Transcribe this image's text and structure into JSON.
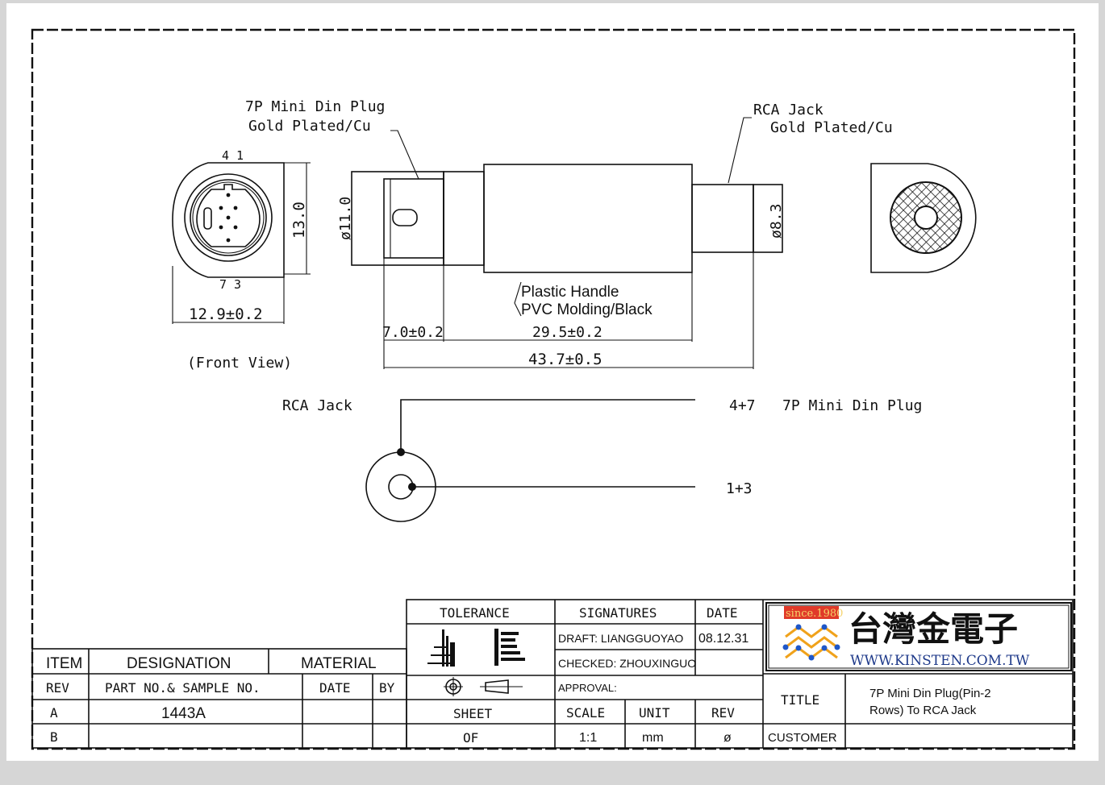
{
  "drawing": {
    "plug_label_line1": "7P Mini Din Plug",
    "plug_label_line2": "Gold Plated/Cu",
    "rca_label_line1": "RCA Jack",
    "rca_label_line2": "Gold Plated/Cu",
    "pin_top": "4 1",
    "pin_bottom": "7 3",
    "front_height_dim": "13.0",
    "front_width_dim": "12.9±0.2",
    "front_view_caption": "(Front View)",
    "plug_dia_dim": "ø11.0",
    "rca_dia_dim": "ø8.3",
    "handle_label_line1": "Plastic Handle",
    "handle_label_line2": "PVC Molding/Black",
    "dim_plug_len": "7.0±0.2",
    "dim_handle_len": "29.5±0.2",
    "dim_total_len": "43.7±0.5"
  },
  "wiring": {
    "rca_jack_label": "RCA Jack",
    "shield_pins": "4+7",
    "plug_label": "7P Mini Din Plug",
    "signal_pins": "1+3"
  },
  "title_block": {
    "tolerance_header": "TOLERANCE",
    "signatures_header": "SIGNATURES",
    "date_header": "DATE",
    "draft": "DRAFT: LIANGGUOYAO",
    "draft_date": "08.12.31",
    "checked": "CHECKED: ZHOUXINGUO",
    "approval": "APPROVAL:",
    "item_header": "ITEM",
    "designation_header": "DESIGNATION",
    "material_header": "MATERIAL",
    "rev_header": "REV",
    "part_no_header": "PART NO.& SAMPLE NO.",
    "date_col_header": "DATE",
    "by_header": "BY",
    "rev_a": "A",
    "part_no": "1443A",
    "rev_b": "B",
    "sheet_label": "SHEET",
    "of_label": "OF",
    "scale_label": "SCALE",
    "scale_value": "1:1",
    "unit_label": "UNIT",
    "unit_value": "mm",
    "rev_label": "REV",
    "rev_value": "ø",
    "title_label": "TITLE",
    "title_line1": "7P Mini Din Plug(Pin-2",
    "title_line2": "Rows) To RCA Jack",
    "customer_label": "CUSTOMER",
    "logo_since": "since.1980",
    "logo_company": "台灣金電子",
    "logo_url": "WWW.KINSTEN.COM.TW"
  },
  "colors": {
    "line": "#111111",
    "logo_red": "#e03a2a",
    "logo_blue": "#1f57c8",
    "logo_gold": "#f0a21b",
    "page_bg": "#ffffff",
    "outer_bg": "#d6d6d6"
  }
}
